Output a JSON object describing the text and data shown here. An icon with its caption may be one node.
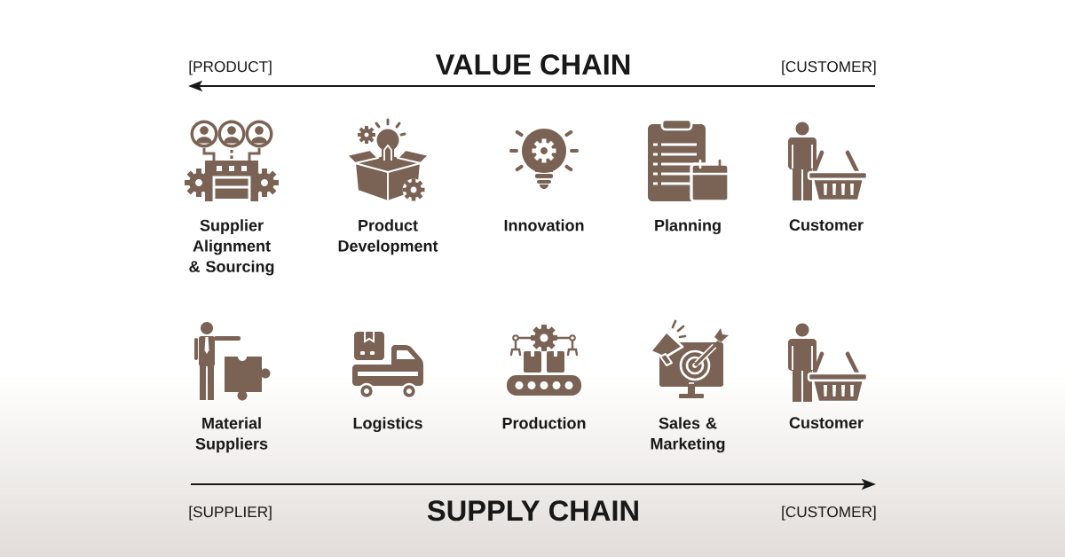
{
  "diagram": {
    "nodes": [
      {
        "text": [
          "Supplier Alignment & Sourcing"
        ]
      },
      {
        "text": [
          "Product Development"
        ]
      },
      {
        "text": [
          "Innovation"
        ]
      },
      {
        "text": [
          "Planning"
        ]
      },
      {
        "text": [
          "Customer"
        ]
      },
      {
        "text": [
          "Material Suppliers"
        ]
      },
      {
        "text": [
          "Logistics"
        ]
      },
      {
        "text": [
          "Production"
        ]
      },
      {
        "text": [
          "Sales & Marketing"
        ]
      },
      {
        "text": [
          "Customer"
        ]
      }
    ],
    "labels": [
      "[PRODUCT]",
      "VALUE CHAIN",
      "[CUSTOMER]",
      "[SUPPLIER]",
      "SUPPLY CHAIN",
      "[CUSTOMER]"
    ]
  }
}
